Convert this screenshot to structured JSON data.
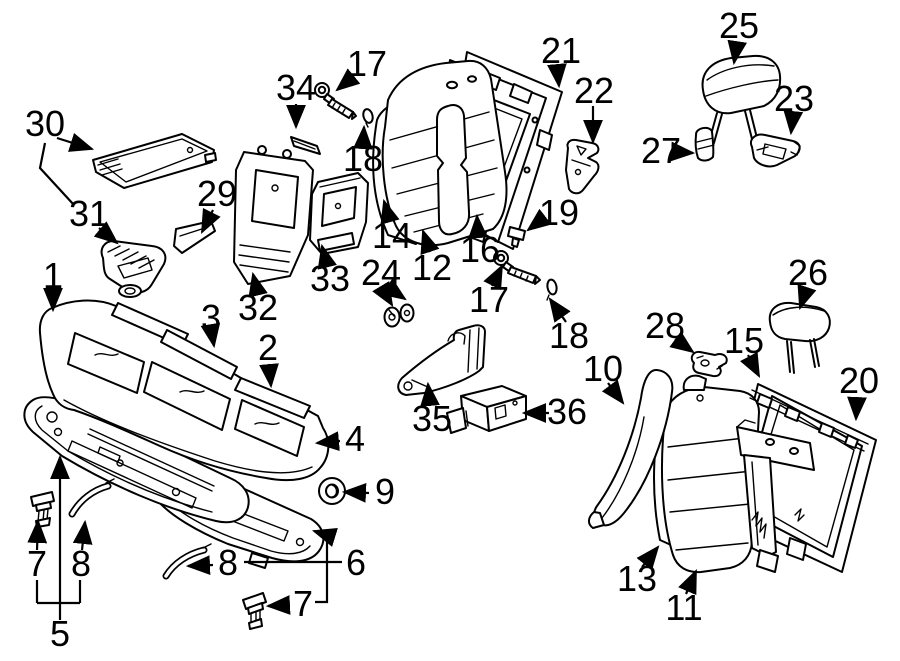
{
  "diagram": {
    "background": "#ffffff",
    "line_color": "#000000",
    "callouts": [
      {
        "label": "1"
      },
      {
        "label": "2"
      },
      {
        "label": "3"
      },
      {
        "label": "4"
      },
      {
        "label": "5"
      },
      {
        "label": "6"
      },
      {
        "label": "7"
      },
      {
        "label": "7"
      },
      {
        "label": "8"
      },
      {
        "label": "8"
      },
      {
        "label": "9"
      },
      {
        "label": "10"
      },
      {
        "label": "11"
      },
      {
        "label": "12"
      },
      {
        "label": "13"
      },
      {
        "label": "14"
      },
      {
        "label": "15"
      },
      {
        "label": "16"
      },
      {
        "label": "17"
      },
      {
        "label": "17"
      },
      {
        "label": "18"
      },
      {
        "label": "18"
      },
      {
        "label": "19"
      },
      {
        "label": "20"
      },
      {
        "label": "21"
      },
      {
        "label": "22"
      },
      {
        "label": "23"
      },
      {
        "label": "24"
      },
      {
        "label": "25"
      },
      {
        "label": "26"
      },
      {
        "label": "27"
      },
      {
        "label": "28"
      },
      {
        "label": "29"
      },
      {
        "label": "30"
      },
      {
        "label": "31"
      },
      {
        "label": "32"
      },
      {
        "label": "33"
      },
      {
        "label": "34"
      },
      {
        "label": "35"
      },
      {
        "label": "36"
      }
    ]
  }
}
